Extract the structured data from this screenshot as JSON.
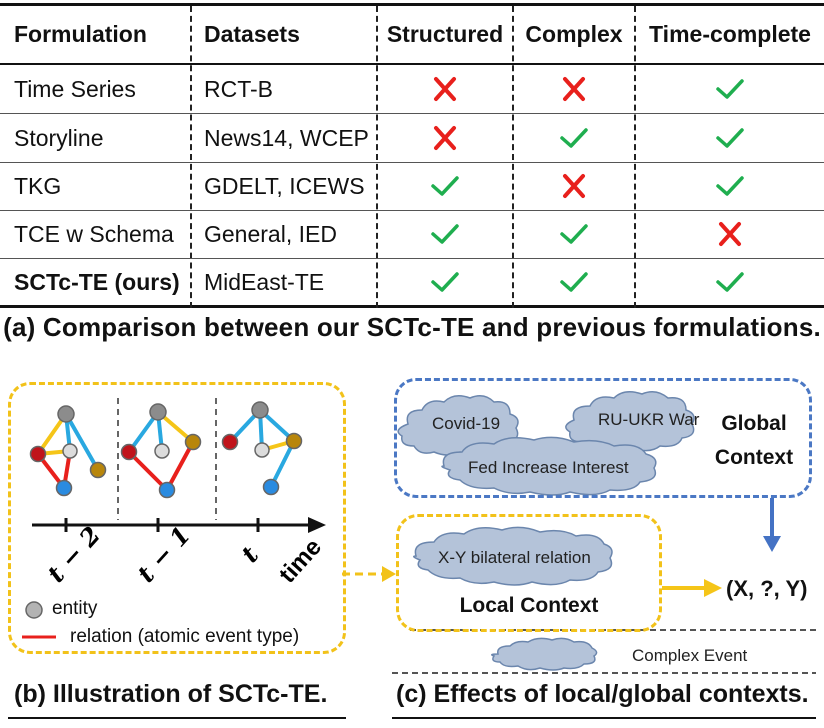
{
  "table": {
    "headers": [
      "Formulation",
      "Datasets",
      "Structured",
      "Complex",
      "Time-complete"
    ],
    "rows": [
      {
        "formulation": "Time Series",
        "datasets": "RCT-B",
        "structured": "cross",
        "complex": "cross",
        "time_complete": "check",
        "bold": false
      },
      {
        "formulation": "Storyline",
        "datasets": "News14, WCEP",
        "structured": "cross",
        "complex": "check",
        "time_complete": "check",
        "bold": false
      },
      {
        "formulation": "TKG",
        "datasets": "GDELT, ICEWS",
        "structured": "check",
        "complex": "cross",
        "time_complete": "check",
        "bold": false
      },
      {
        "formulation": "TCE w Schema",
        "datasets": "General, IED",
        "structured": "check",
        "complex": "check",
        "time_complete": "cross",
        "bold": false
      },
      {
        "formulation": "SCTc-TE (ours)",
        "datasets": "MidEast-TE",
        "structured": "check",
        "complex": "check",
        "time_complete": "check",
        "bold": true
      }
    ],
    "colors": {
      "check": "#1fae4f",
      "cross": "#e8201c"
    }
  },
  "caption_a": "(a) Comparison between our SCTc-TE and previous formulations.",
  "panel_b": {
    "time_labels": [
      "t − 2",
      "t − 1",
      "t"
    ],
    "axis_label": "time",
    "legend": {
      "entity": "entity",
      "relation": "relation (atomic event type)"
    },
    "caption": "(b) Illustration of SCTc-TE.",
    "colors": {
      "yellow": "#f5c518",
      "blue": "#29a8e0",
      "red": "#e8201c",
      "gray": "#8c8c8c",
      "gold": "#b8860b",
      "darkred": "#c0141b",
      "node_blue": "#2a8be0"
    }
  },
  "panel_c": {
    "global_clouds": [
      "Covid-19",
      "RU-UKR War",
      "Fed Increase Interest"
    ],
    "global_label_1": "Global",
    "global_label_2": "Context",
    "local_cloud": "X-Y bilateral relation",
    "local_label": "Local Context",
    "output": "(X, ?, Y)",
    "legend_cloud": "Complex Event",
    "caption": "(c) Effects of local/global contexts.",
    "colors": {
      "global_border": "#4b78c4",
      "local_border": "#f2c21a",
      "cloud_fill": "#b4c3d9",
      "cloud_stroke": "#6b86ad"
    }
  }
}
